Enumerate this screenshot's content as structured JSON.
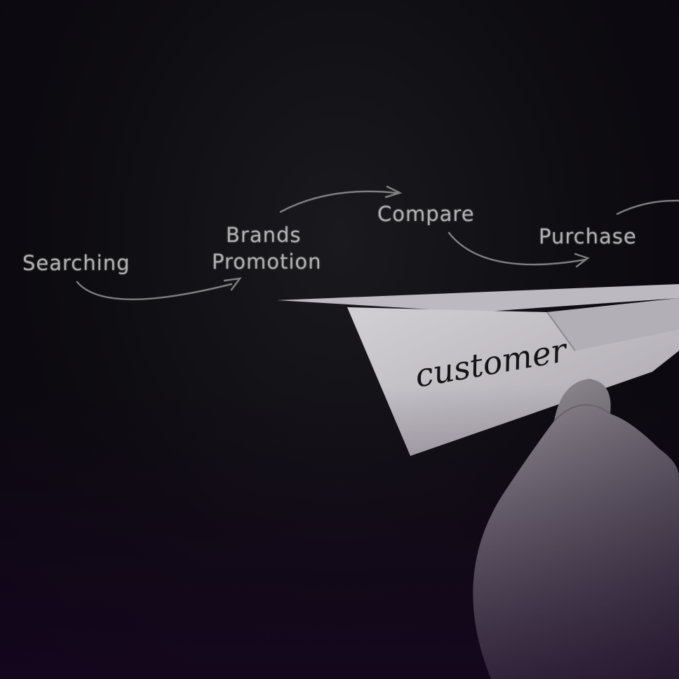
{
  "chalkboard": {
    "steps": [
      "Searching",
      "Brands",
      "Promotion",
      "Compare",
      "Purchase"
    ]
  },
  "paper_plane": {
    "label": "customer"
  },
  "colors": {
    "background": "#0d0c10",
    "chalk": "#bdbdbd",
    "paper": "#c9c6cc"
  }
}
